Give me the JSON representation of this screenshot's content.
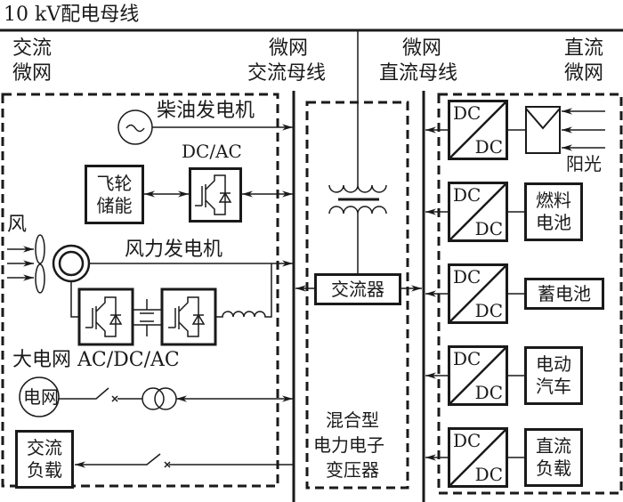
{
  "title": "10 kV配电母线",
  "regions": {
    "ac_microgrid": [
      "交流",
      "微网"
    ],
    "ac_bus": [
      "微网",
      "交流母线"
    ],
    "dc_bus": [
      "微网",
      "直流母线"
    ],
    "dc_microgrid": [
      "直流",
      "微网"
    ]
  },
  "ac_side": {
    "diesel_generator": "柴油发电机",
    "dcac_label": "DC/AC",
    "flywheel": [
      "飞轮",
      "储能"
    ],
    "wind": "风",
    "wind_generator": "风力发电机",
    "grid_label": "大电网",
    "acdcac_label": "AC/DC/AC",
    "grid_circle": "电网",
    "ac_load": [
      "交流",
      "负载"
    ]
  },
  "center": {
    "converter": "交流器",
    "hpet": [
      "混合型",
      "电力电子",
      "变压器"
    ]
  },
  "dc_side": {
    "converters": [
      {
        "top": "DC",
        "bottom": "DC",
        "device": [
          "阳光"
        ],
        "type": "pv"
      },
      {
        "top": "DC",
        "bottom": "DC",
        "device": [
          "燃料",
          "电池"
        ]
      },
      {
        "top": "DC",
        "bottom": "DC",
        "device": [
          "蓄电池"
        ]
      },
      {
        "top": "DC",
        "bottom": "DC",
        "device": [
          "电动",
          "汽车"
        ]
      },
      {
        "top": "DC",
        "bottom": "DC",
        "device": [
          "直流",
          "负载"
        ]
      }
    ],
    "sunlight": "阳光"
  }
}
